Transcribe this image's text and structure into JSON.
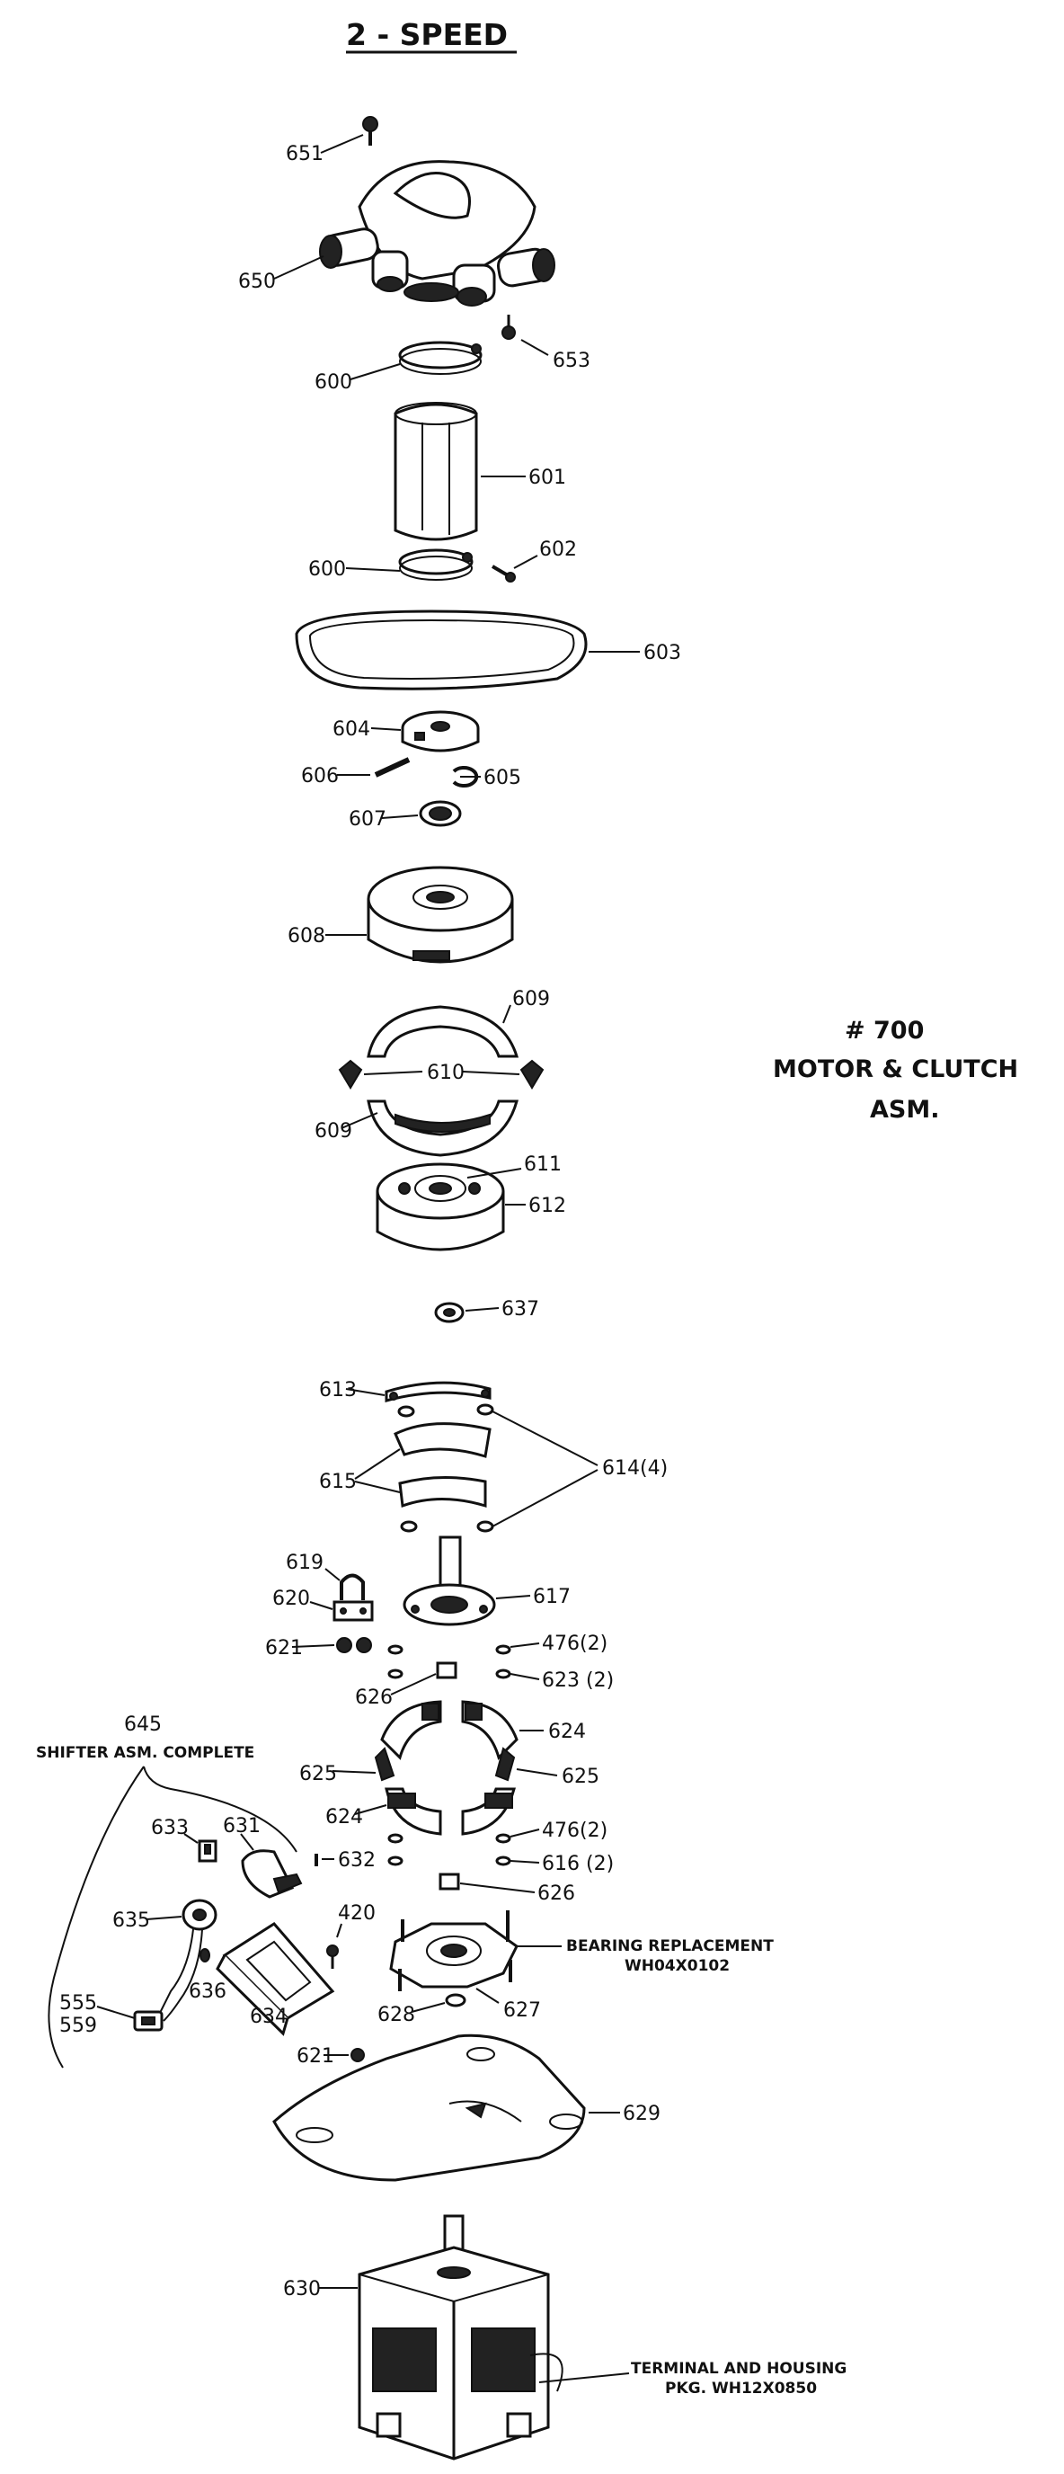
{
  "title": "2 - SPEED",
  "assembly": {
    "number": "# 700",
    "line1": "MOTOR & CLUTCH",
    "line2": "ASM."
  },
  "shifter": {
    "number": "645",
    "caption": "SHIFTER ASM. COMPLETE"
  },
  "notes": {
    "bearing_line1": "BEARING REPLACEMENT",
    "bearing_line2": "WH04X0102",
    "terminal_line1": "TERMINAL AND HOUSING",
    "terminal_line2": "PKG. WH12X0850"
  },
  "labels": {
    "p651": "651",
    "p650": "650",
    "p653": "653",
    "p600a": "600",
    "p601": "601",
    "p600b": "600",
    "p602": "602",
    "p603": "603",
    "p604": "604",
    "p606": "606",
    "p605": "605",
    "p607": "607",
    "p608": "608",
    "p609a": "609",
    "p610": "610",
    "p609b": "609",
    "p611": "611",
    "p612": "612",
    "p637": "637",
    "p613": "613",
    "p615": "615",
    "p614": "614(4)",
    "p619": "619",
    "p620": "620",
    "p617": "617",
    "p621a": "621",
    "p476a": "476(2)",
    "p623": "623 (2)",
    "p626a": "626",
    "p624a": "624",
    "p625a": "625",
    "p625b": "625",
    "p624b": "624",
    "p476b": "476(2)",
    "p616": "616 (2)",
    "p633": "633",
    "p631": "631",
    "p632": "632",
    "p626b": "626",
    "p635": "635",
    "p420": "420",
    "p636": "636",
    "p634": "634",
    "p555": "555",
    "p559": "559",
    "p628": "628",
    "p627": "627",
    "p621b": "621",
    "p629": "629",
    "p630": "630"
  },
  "icons": {
    "pump": "pump-housing-icon",
    "motor": "motor-icon",
    "belt": "drive-belt-icon"
  }
}
